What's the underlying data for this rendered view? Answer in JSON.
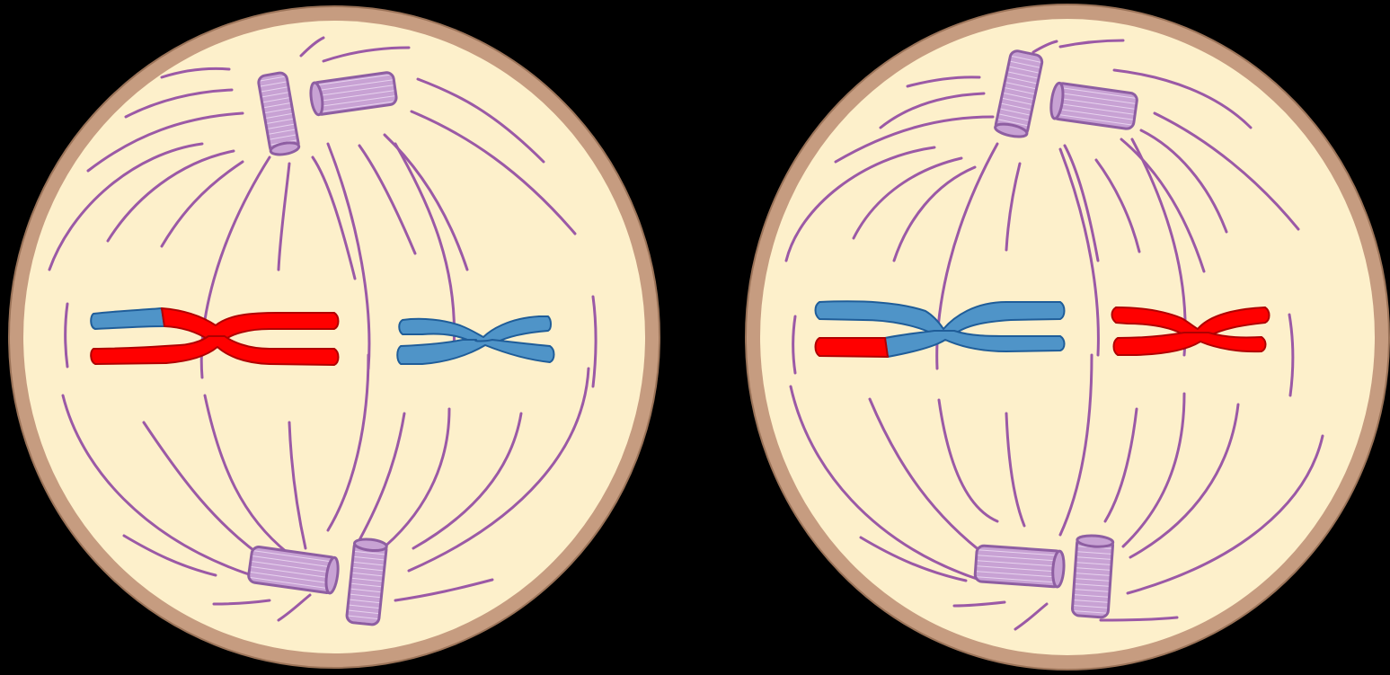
{
  "diagram": {
    "kind": "meiosis-metaphase-II-cells",
    "colors": {
      "background": "#000000",
      "membrane": "#c69c80",
      "membrane_stroke": "#9b7358",
      "cytoplasm": "#fdf0cb",
      "spindle_fiber": "#9b59a6",
      "centriole_fill": "#c8a2d4",
      "centriole_stroke": "#8e5ea2",
      "chromosome_red": "#ff0000",
      "chromosome_red_stroke": "#b00000",
      "chromosome_blue": "#4f94c8",
      "chromosome_blue_stroke": "#1f5d99"
    },
    "cells": [
      {
        "id": "left-cell",
        "chromosomes": [
          {
            "id": "recombinant",
            "main_color": "red",
            "crossover_segment_color": "blue"
          },
          {
            "id": "homolog",
            "main_color": "blue"
          }
        ]
      },
      {
        "id": "right-cell",
        "chromosomes": [
          {
            "id": "recombinant",
            "main_color": "blue",
            "crossover_segment_color": "red"
          },
          {
            "id": "homolog",
            "main_color": "red"
          }
        ]
      }
    ]
  }
}
